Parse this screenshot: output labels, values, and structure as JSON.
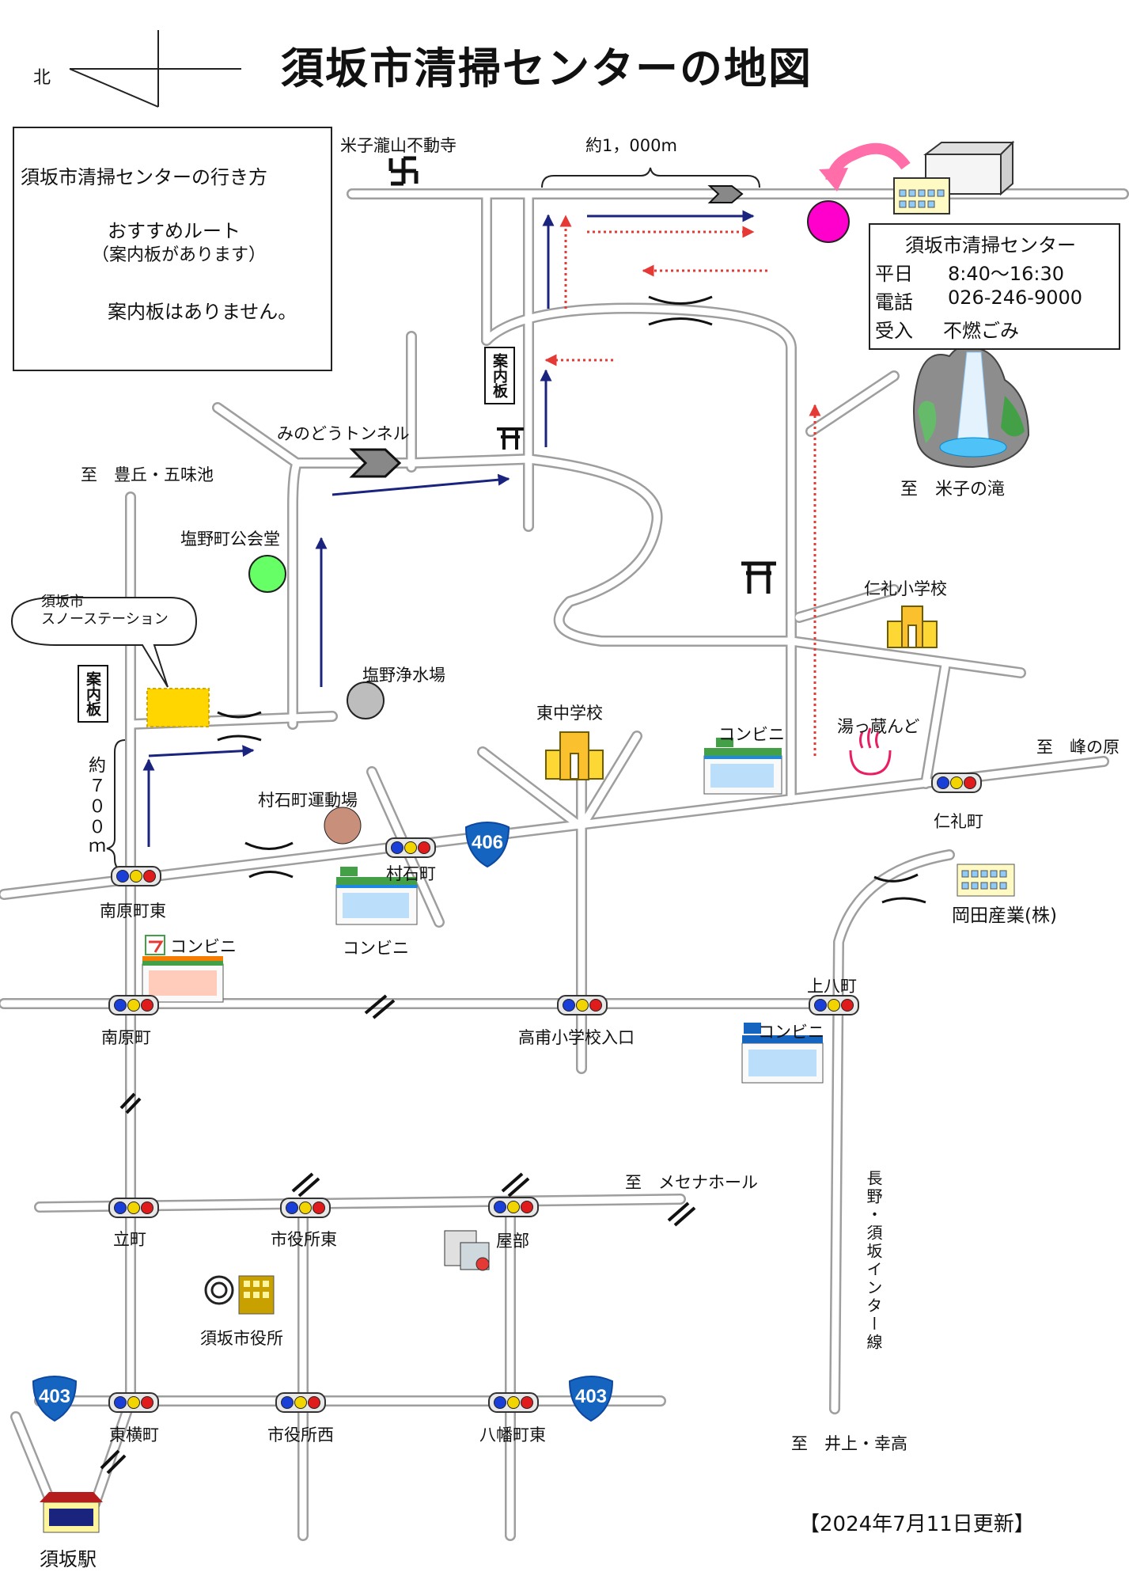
{
  "title": "須坂市清掃センターの地図",
  "north_label": "北",
  "legend": {
    "heading": "須坂市清掃センターの行き方",
    "recommended": "おすすめルート",
    "recommended_note": "（案内板があります）",
    "no_sign": "案内板はありません。"
  },
  "colors": {
    "recommended_route": "#1a237e",
    "no_sign_route": "#e53935",
    "center_marker": "#ff00cc",
    "kominkan_marker": "#66ff66",
    "jousui_marker": "#bdbdbd",
    "undoujou_marker": "#c8907a",
    "road_fill": "#ffffff",
    "road_edge": "#9e9e9e"
  },
  "info_box": {
    "name": "須坂市清掃センター",
    "hours_label": "平日",
    "hours": "8:40〜16:30",
    "phone_label": "電話",
    "phone": "026-246-9000",
    "accept_label": "受入",
    "accept": "不燃ごみ"
  },
  "labels": {
    "temple": "米子瀧山不動寺",
    "distance_1000": "約1，000m",
    "tunnel": "みのどうトンネル",
    "annai_top": "案内板",
    "annai_left": "案内板",
    "to_toyooka": "至　豊丘・五味池",
    "to_yonako_falls": "至　米子の滝",
    "kominkan": "塩野町公会堂",
    "snow_station": "須坂市\nスノーステーション",
    "jousui": "塩野浄水場",
    "nirei_school": "仁礼小学校",
    "higashi_chu": "東中学校",
    "conv_1": "コンビニ",
    "yukkura": "湯っ蔵んど",
    "to_minenohara": "至　峰の原",
    "distance_700": "約７００ｍ",
    "undoujou": "村石町運動場",
    "muraishi": "村石町",
    "nirei_machi": "仁礼町",
    "okada": "岡田産業(株)",
    "minamihara_higashi": "南原町東",
    "conv_2": "コンビニ",
    "conv_3": "コンビニ",
    "kamihachi": "上八町",
    "conv_4": "コンビニ",
    "minamihara": "南原町",
    "takafu_school": "高甫小学校入口",
    "to_mesena": "至　メセナホール",
    "interchange_line": "長野・須坂インター線",
    "tatemachi": "立町",
    "shiyakusho_higashi": "市役所東",
    "yabe": "屋部",
    "city_hall": "須坂市役所",
    "higashiyoko": "東横町",
    "shiyakusho_nishi": "市役所西",
    "hachiman_higashi": "八幡町東",
    "to_inoue": "至　井上・幸高",
    "suzaka_station": "須坂駅",
    "updated": "【2024年7月11日更新】"
  },
  "route_shields": [
    "406",
    "403",
    "403"
  ]
}
